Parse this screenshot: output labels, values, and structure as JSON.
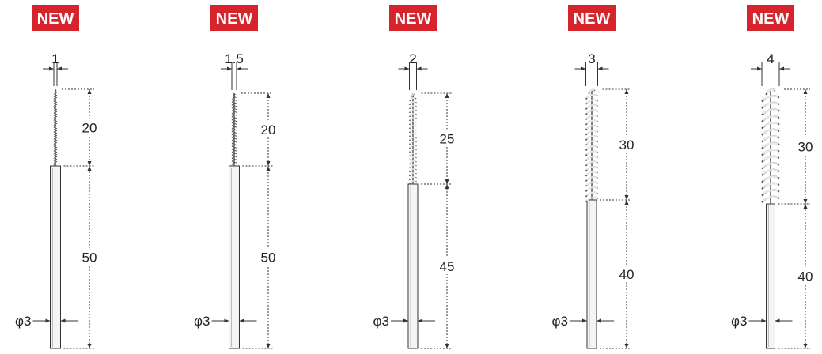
{
  "colors": {
    "badge_bg": "#d7232b",
    "badge_text": "#ffffff",
    "line": "#333333",
    "shank_fill": "#f4f4f4",
    "bristle": "#9a9a9a",
    "bristle_light": "#e6e6e6"
  },
  "brushes": [
    {
      "badge": "NEW",
      "width_label": "1",
      "brush_length_label": "20",
      "shank_length_label": "50",
      "shank_diameter_label": "φ3"
    },
    {
      "badge": "NEW",
      "width_label": "1.5",
      "brush_length_label": "20",
      "shank_length_label": "50",
      "shank_diameter_label": "φ3"
    },
    {
      "badge": "NEW",
      "width_label": "2",
      "brush_length_label": "25",
      "shank_length_label": "45",
      "shank_diameter_label": "φ3"
    },
    {
      "badge": "NEW",
      "width_label": "3",
      "brush_length_label": "30",
      "shank_length_label": "40",
      "shank_diameter_label": "φ3"
    },
    {
      "badge": "NEW",
      "width_label": "4",
      "brush_length_label": "30",
      "shank_length_label": "40",
      "shank_diameter_label": "φ3"
    }
  ]
}
